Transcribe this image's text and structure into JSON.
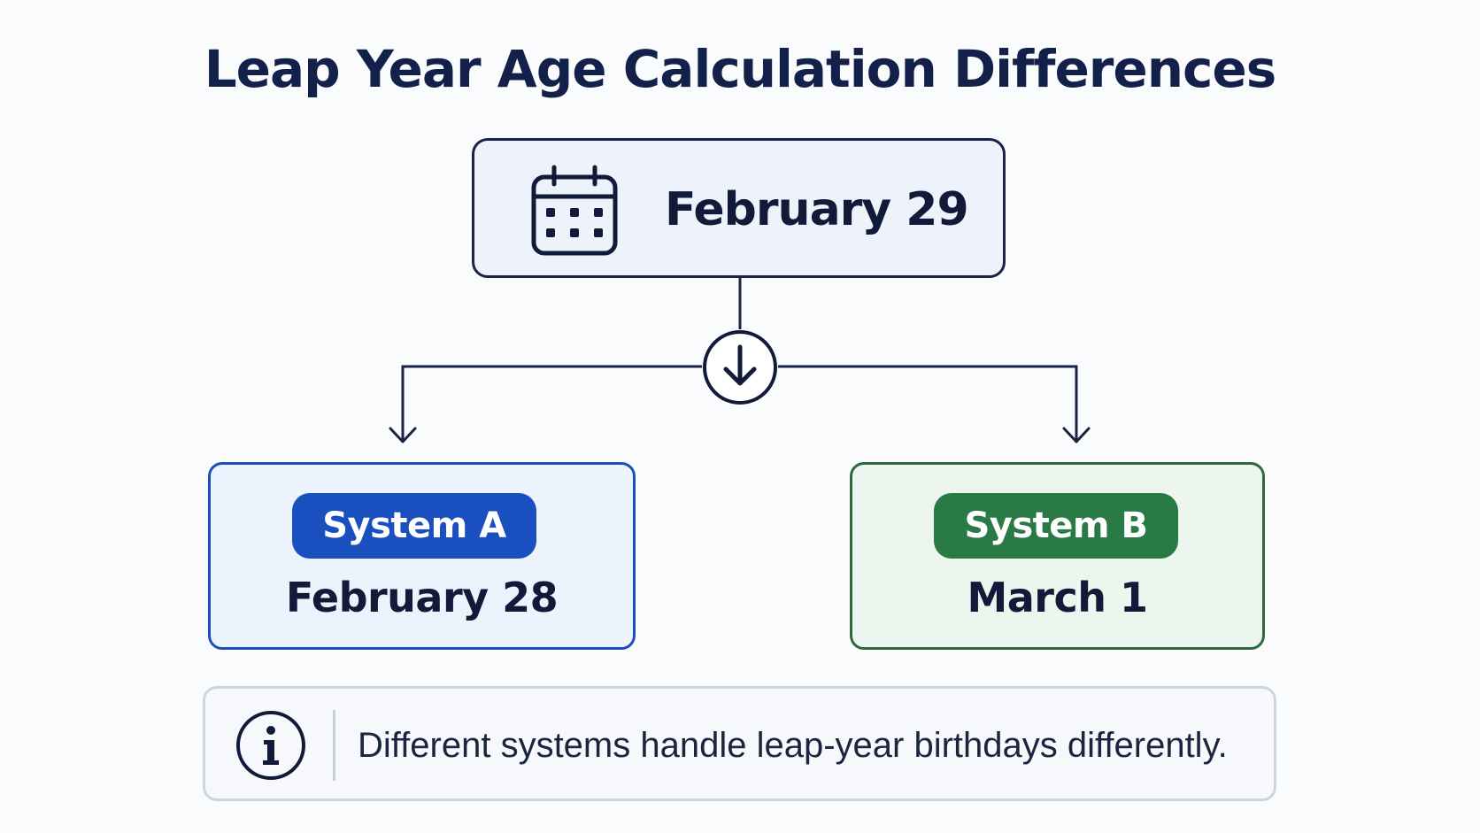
{
  "title": "Leap Year Age Calculation Differences",
  "source": {
    "label": "February 29",
    "icon": "calendar-icon"
  },
  "branch_icon": "arrow-down-circle-icon",
  "systems": [
    {
      "name": "System A",
      "value": "February 28",
      "accent": "#1a4fc0"
    },
    {
      "name": "System B",
      "value": "March 1",
      "accent": "#2a7a45"
    }
  ],
  "note": {
    "icon": "info-icon",
    "text": "Different systems handle leap-year birthdays differently."
  },
  "colors": {
    "navy": "#13214a",
    "system_a": "#1a4fc0",
    "system_b": "#2a7a45",
    "note_border": "#cfd5de"
  }
}
